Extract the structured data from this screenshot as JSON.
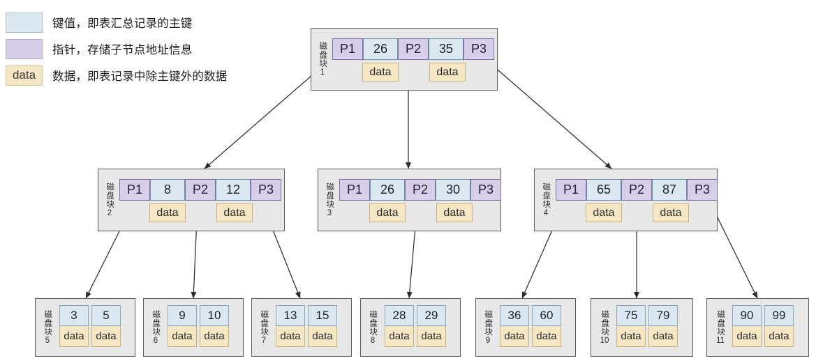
{
  "legend": {
    "items": [
      {
        "swatch": "key",
        "label": "键值，即表汇总记录的主键",
        "text": ""
      },
      {
        "swatch": "pointer",
        "label": "指针，存储子节点地址信息",
        "text": ""
      },
      {
        "swatch": "data",
        "label": "数据，即表记录中除主键外的数据",
        "text": "data"
      }
    ]
  },
  "block_label_cjk": "磁盘块",
  "colors": {
    "key_fill": "#dbe8f2",
    "key_border": "#6f8fa6",
    "pointer_fill": "#d7cfe8",
    "pointer_border": "#7a6fa6",
    "data_fill": "#f5e7c4",
    "data_border": "#cbb277",
    "node_fill": "#e8e8e8",
    "node_border": "#5a5a5a",
    "edge": "#2b2b2b"
  },
  "tree": {
    "root": {
      "id": "1",
      "pointers": [
        "P1",
        "P2",
        "P3"
      ],
      "keys": [
        "26",
        "35"
      ],
      "data": [
        "data",
        "data"
      ]
    },
    "internal": [
      {
        "id": "2",
        "pointers": [
          "P1",
          "P2",
          "P3"
        ],
        "keys": [
          "8",
          "12"
        ],
        "data": [
          "data",
          "data"
        ]
      },
      {
        "id": "3",
        "pointers": [
          "P1",
          "P2",
          "P3"
        ],
        "keys": [
          "26",
          "30"
        ],
        "data": [
          "data",
          "data"
        ]
      },
      {
        "id": "4",
        "pointers": [
          "P1",
          "P2",
          "P3"
        ],
        "keys": [
          "65",
          "87"
        ],
        "data": [
          "data",
          "data"
        ]
      }
    ],
    "leaves": [
      {
        "id": "5",
        "keys": [
          "3",
          "5"
        ],
        "data": [
          "data",
          "data"
        ]
      },
      {
        "id": "6",
        "keys": [
          "9",
          "10"
        ],
        "data": [
          "data",
          "data"
        ]
      },
      {
        "id": "7",
        "keys": [
          "13",
          "15"
        ],
        "data": [
          "data",
          "data"
        ]
      },
      {
        "id": "8",
        "keys": [
          "28",
          "29"
        ],
        "data": [
          "data",
          "data"
        ]
      },
      {
        "id": "9",
        "keys": [
          "36",
          "60"
        ],
        "data": [
          "data",
          "data"
        ]
      },
      {
        "id": "10",
        "keys": [
          "75",
          "79"
        ],
        "data": [
          "data",
          "data"
        ]
      },
      {
        "id": "11",
        "keys": [
          "90",
          "99"
        ],
        "data": [
          "data",
          "data"
        ]
      }
    ]
  }
}
